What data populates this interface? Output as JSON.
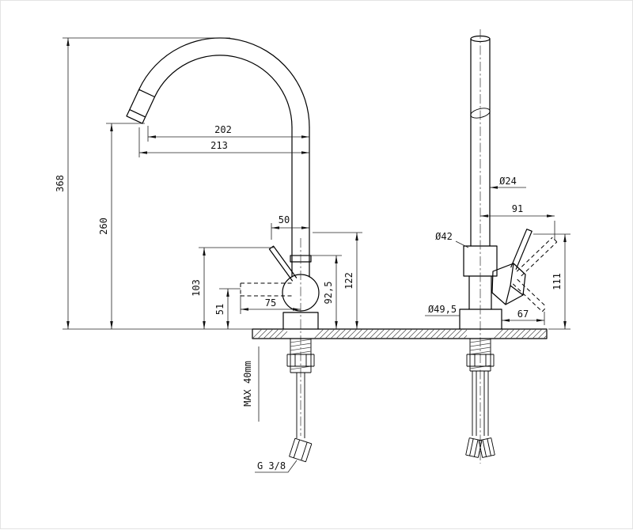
{
  "drawing": {
    "kind": "kitchen-faucet-dimension-drawing",
    "views": {
      "front": "front-view",
      "side": "side-view"
    }
  },
  "labels": {
    "overall_height": "368",
    "spout_outlet_height": "260",
    "spout_reach": "202",
    "spout_reach_outer": "213",
    "top_width": "50",
    "handle_clearance": "103",
    "lever_offset": "51",
    "handle_reach": "75",
    "body_cap_height": "92,5",
    "upper_height": "122",
    "column_diameter": "Ø24",
    "side_handle_reach": "91",
    "body_diameter": "Ø42",
    "base_diameter": "Ø49,5",
    "handle_horizontal": "67",
    "handle_top_height": "111",
    "max_counter_thickness": "MAX 40mm",
    "hose_thread": "G 3/8"
  }
}
